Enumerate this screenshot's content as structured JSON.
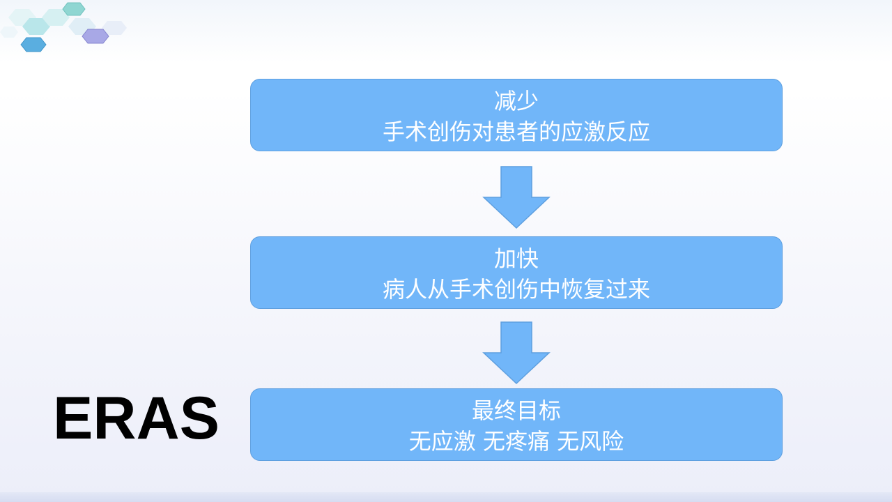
{
  "flow": {
    "step1": {
      "verb": "减少",
      "text": "手术创伤对患者的应激反应"
    },
    "step2": {
      "verb": "加快",
      "text": "病人从手术创伤中恢复过来"
    },
    "step3": {
      "title": "最终目标",
      "goals": [
        "无应激",
        "无疼痛",
        "无风险"
      ]
    }
  },
  "side_label": "ERAS",
  "colors": {
    "box_fill": "#71b6f9",
    "box_border": "#5e9fdf",
    "arrow_fill": "#71b6f9",
    "text_on_box": "#ffffff",
    "label": "#000000"
  },
  "icons": {
    "arrows": "down-arrow-icon",
    "decoration": "hexagon-cluster"
  }
}
